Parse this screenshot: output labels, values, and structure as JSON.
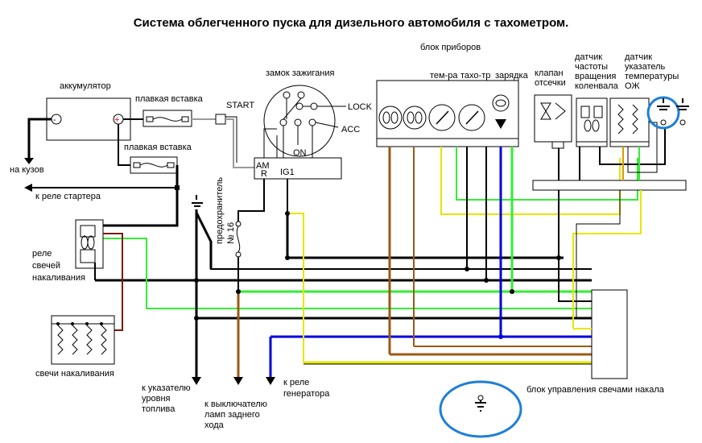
{
  "title": "Система облегченного пуска для дизельного автомобиля с тахометром.",
  "colors": {
    "black": "#000000",
    "green": "#33ee33",
    "brown": "#9a5a14",
    "yellow": "#e6e600",
    "blue": "#0000dd",
    "darkred": "#7a1a0a",
    "gray": "#9a9a9a",
    "orange": "#e09a00",
    "highlight": "#1f7fd6"
  },
  "labels": {
    "battery": "аккумулятор",
    "to_body": "на кузов",
    "fuse_link_1": "плавкая вставка",
    "fuse_link_2": "плавкая вставка",
    "to_starter_relay": "к реле стартера",
    "ignition_switch": "замок зажигания",
    "start": "START",
    "lock": "LOCK",
    "acc": "ACC",
    "on": "ON",
    "am": "AM",
    "r": "R",
    "ig1": "IG1",
    "fuse_line1": "предохранитель",
    "fuse_line2": "№ 16",
    "instrument_cluster": "блок приборов",
    "temp": "тем-ра",
    "tacho": "тахо-тр",
    "charge": "зарядка",
    "valve_line1": "клапан",
    "valve_line2": "отсечки",
    "crank_sensor_1": "датчик",
    "crank_sensor_2": "частоты",
    "crank_sensor_3": "вращения",
    "crank_sensor_4": "коленвала",
    "temp_sensor_1": "датчик",
    "temp_sensor_2": "указатель",
    "temp_sensor_3": "температуры",
    "temp_sensor_4": "ОЖ",
    "glow_relay_1": "реле",
    "glow_relay_2": "свечей",
    "glow_relay_3": "накаливания",
    "glow_plugs": "свечи накаливания",
    "fuel_gauge_1": "к указателю",
    "fuel_gauge_2": "уровня",
    "fuel_gauge_3": "топлива",
    "reverse_1": "к выключателю",
    "reverse_2": "ламп заднего",
    "reverse_3": "хода",
    "gen_relay_1": "к реле",
    "gen_relay_2": "генератора",
    "glow_control": "блок управления свечами накала"
  }
}
